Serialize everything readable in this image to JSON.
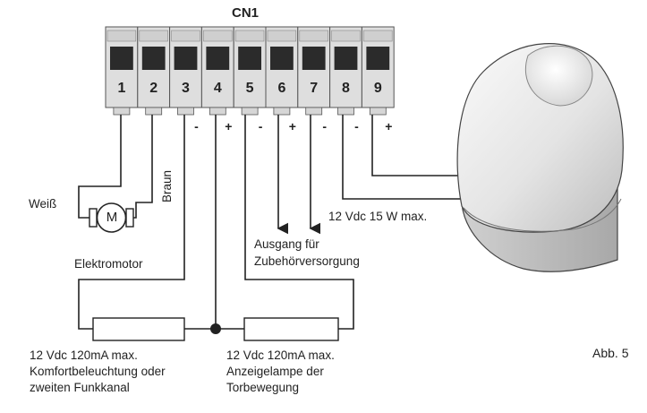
{
  "connector": {
    "title": "CN1",
    "terminals": [
      "1",
      "2",
      "3",
      "4",
      "5",
      "6",
      "7",
      "8",
      "9"
    ],
    "polarity": [
      "",
      "",
      "-",
      "+",
      "-",
      "+",
      "-",
      "-",
      "+"
    ]
  },
  "motor": {
    "symbol": "M",
    "wire_left": "Weiß",
    "wire_right": "Braun",
    "label": "Elektromotor"
  },
  "accessory_output": {
    "line1": "Ausgang für",
    "line2": "Zubehörversorgung"
  },
  "lamp_output": {
    "rating": "12 Vdc 15 W max."
  },
  "load_left": {
    "line1": "12 Vdc 120mA max.",
    "line2": "Komfortbeleuchtung oder",
    "line3": "zweiten Funkkanal"
  },
  "load_right": {
    "line1": "12 Vdc 120mA max.",
    "line2": "Anzeigelampe der",
    "line3": "Torbewegung"
  },
  "figure_label": "Abb. 5"
}
